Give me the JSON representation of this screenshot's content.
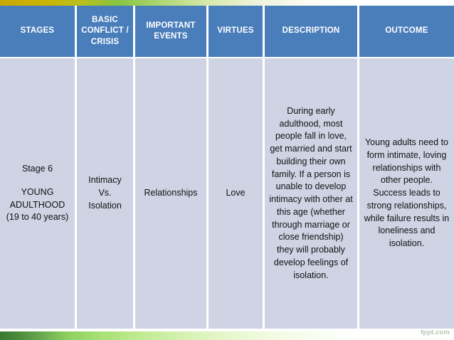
{
  "decor": {
    "top_strip_name": "top-gradient-bar",
    "bottom_strip_name": "bottom-gradient-bar",
    "colors": {
      "header_blue": "#4a7ebb",
      "body_blue_gray": "#ced4e4",
      "header_text": "#ffffff",
      "body_text": "#111111",
      "watermark_text": "#b9c6b2",
      "top_gradient_start": "#c8a800",
      "top_gradient_mid": "#86c442",
      "bottom_gradient_start": "#3b7a34",
      "bottom_gradient_mid": "#8fd160"
    }
  },
  "table": {
    "headers": [
      {
        "label": "STAGES",
        "key": "stages"
      },
      {
        "label": "BASIC CONFLICT / CRISIS",
        "key": "basic-conflict-crisis"
      },
      {
        "label": "IMPORTANT EVENTS",
        "key": "important-events"
      },
      {
        "label": "VIRTUES",
        "key": "virtues"
      },
      {
        "label": "DESCRIPTION",
        "key": "description"
      },
      {
        "label": "OUTCOME",
        "key": "outcome"
      }
    ],
    "rows": [
      {
        "stage_number": "Stage  6",
        "stage_name": "YOUNG ADULTHOOD (19 to 40 years)",
        "basic_conflict": "Intimacy Vs. Isolation",
        "important_events": "Relationships",
        "virtues": "Love",
        "description": "During early adulthood, most people fall in love, get married and start building their own family. If a person is unable to develop intimacy with other at this age (whether through marriage or close friendship) they will probably develop feelings of isolation.",
        "outcome": "Young adults need to form intimate, loving relationships with other people. Success leads to strong relationships, while failure results in loneliness and isolation."
      }
    ]
  },
  "watermark": {
    "text": "fppt.com"
  }
}
